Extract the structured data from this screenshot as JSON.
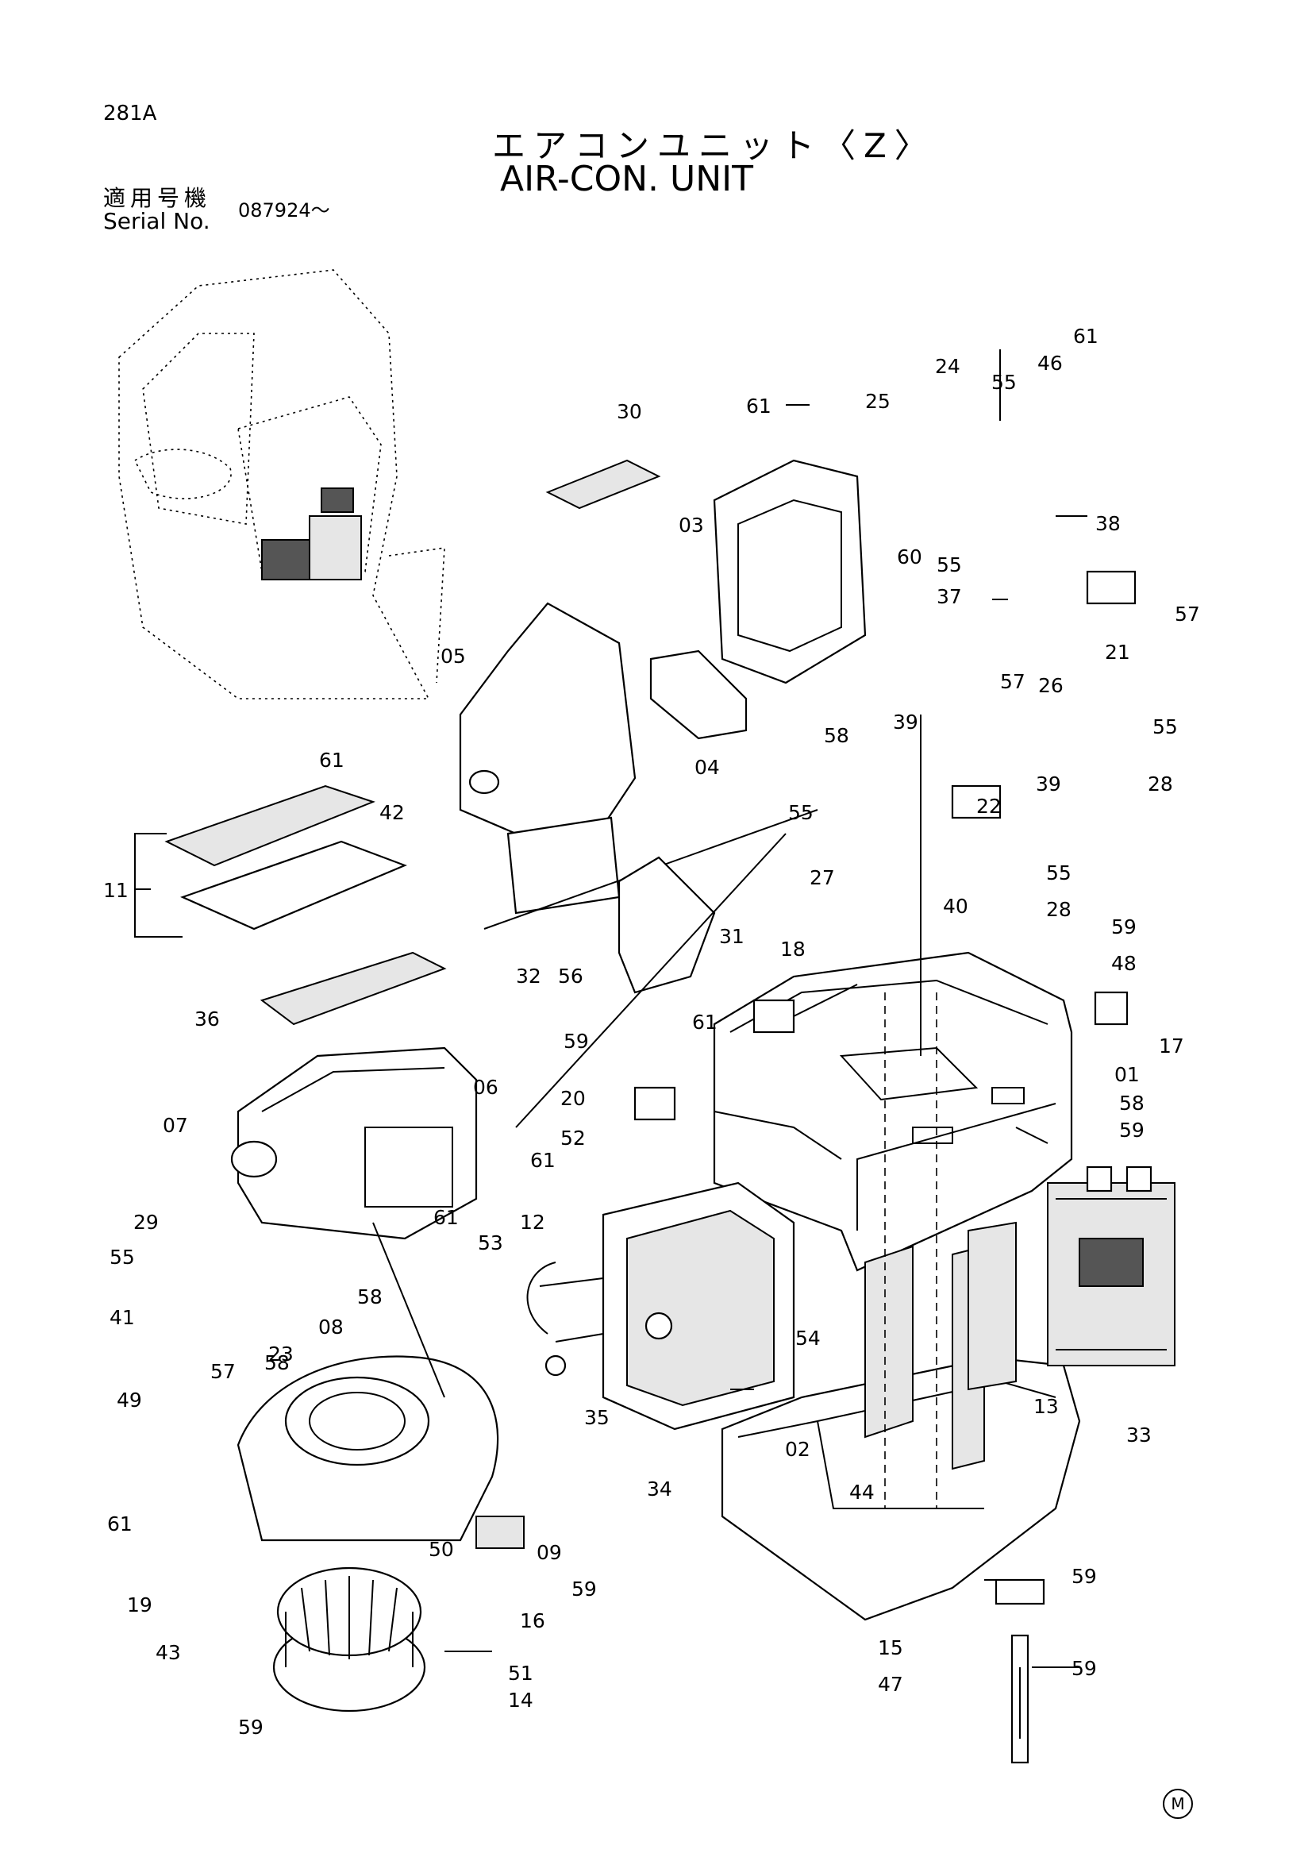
{
  "header": {
    "page_number": "281A",
    "title_jp": "エアコンユニット〈Z〉",
    "title_en": "AIR-CON. UNIT",
    "serial_label_jp": "適用号機",
    "serial_label_en": "Serial No.",
    "serial_value": "087924～"
  },
  "callouts": [
    {
      "key": "c61a",
      "text": "61"
    },
    {
      "key": "c46",
      "text": "46"
    },
    {
      "key": "c55a",
      "text": "55"
    },
    {
      "key": "c24",
      "text": "24"
    },
    {
      "key": "c61b",
      "text": "61"
    },
    {
      "key": "c25",
      "text": "25"
    },
    {
      "key": "c30",
      "text": "30"
    },
    {
      "key": "c38",
      "text": "38"
    },
    {
      "key": "c03",
      "text": "03"
    },
    {
      "key": "c60",
      "text": "60"
    },
    {
      "key": "c55b",
      "text": "55"
    },
    {
      "key": "c57a",
      "text": "57"
    },
    {
      "key": "c37",
      "text": "37"
    },
    {
      "key": "c21",
      "text": "21"
    },
    {
      "key": "c26",
      "text": "26"
    },
    {
      "key": "c05",
      "text": "05"
    },
    {
      "key": "c57b",
      "text": "57"
    },
    {
      "key": "c58a",
      "text": "58"
    },
    {
      "key": "c04",
      "text": "04"
    },
    {
      "key": "c39a",
      "text": "39"
    },
    {
      "key": "c55c",
      "text": "55"
    },
    {
      "key": "c61c",
      "text": "61"
    },
    {
      "key": "c42",
      "text": "42"
    },
    {
      "key": "c39b",
      "text": "39"
    },
    {
      "key": "c28a",
      "text": "28"
    },
    {
      "key": "c22",
      "text": "22"
    },
    {
      "key": "c55d",
      "text": "55"
    },
    {
      "key": "c11",
      "text": "11"
    },
    {
      "key": "c27",
      "text": "27"
    },
    {
      "key": "c40",
      "text": "40"
    },
    {
      "key": "c55e",
      "text": "55"
    },
    {
      "key": "c28b",
      "text": "28"
    },
    {
      "key": "c31",
      "text": "31"
    },
    {
      "key": "c59a",
      "text": "59"
    },
    {
      "key": "c18",
      "text": "18"
    },
    {
      "key": "c48",
      "text": "48"
    },
    {
      "key": "c32",
      "text": "32"
    },
    {
      "key": "c56",
      "text": "56"
    },
    {
      "key": "c36",
      "text": "36"
    },
    {
      "key": "c61d",
      "text": "61"
    },
    {
      "key": "c59b",
      "text": "59"
    },
    {
      "key": "c17",
      "text": "17"
    },
    {
      "key": "c01",
      "text": "01"
    },
    {
      "key": "c06",
      "text": "06"
    },
    {
      "key": "c20",
      "text": "20"
    },
    {
      "key": "c58b",
      "text": "58"
    },
    {
      "key": "c07",
      "text": "07"
    },
    {
      "key": "c59c",
      "text": "59"
    },
    {
      "key": "c52",
      "text": "52"
    },
    {
      "key": "c61e",
      "text": "61"
    },
    {
      "key": "c12",
      "text": "12"
    },
    {
      "key": "c29",
      "text": "29"
    },
    {
      "key": "c61f",
      "text": "61"
    },
    {
      "key": "c53",
      "text": "53"
    },
    {
      "key": "c55f",
      "text": "55"
    },
    {
      "key": "c58c",
      "text": "58"
    },
    {
      "key": "c41",
      "text": "41"
    },
    {
      "key": "c54",
      "text": "54"
    },
    {
      "key": "c08",
      "text": "08"
    },
    {
      "key": "c57c",
      "text": "57"
    },
    {
      "key": "c23",
      "text": "23"
    },
    {
      "key": "c58d",
      "text": "58"
    },
    {
      "key": "c49",
      "text": "49"
    },
    {
      "key": "c35",
      "text": "35"
    },
    {
      "key": "c13",
      "text": "13"
    },
    {
      "key": "c33",
      "text": "33"
    },
    {
      "key": "c02",
      "text": "02"
    },
    {
      "key": "c34",
      "text": "34"
    },
    {
      "key": "c44",
      "text": "44"
    },
    {
      "key": "c61g",
      "text": "61"
    },
    {
      "key": "c09",
      "text": "09"
    },
    {
      "key": "c50",
      "text": "50"
    },
    {
      "key": "c59d",
      "text": "59"
    },
    {
      "key": "c19",
      "text": "19"
    },
    {
      "key": "c59e",
      "text": "59"
    },
    {
      "key": "c16",
      "text": "16"
    },
    {
      "key": "c43",
      "text": "43"
    },
    {
      "key": "c15",
      "text": "15"
    },
    {
      "key": "c51",
      "text": "51"
    },
    {
      "key": "c59f",
      "text": "59"
    },
    {
      "key": "c47",
      "text": "47"
    },
    {
      "key": "c14",
      "text": "14"
    },
    {
      "key": "c59g",
      "text": "59"
    }
  ],
  "footer": {
    "mark": "M"
  }
}
